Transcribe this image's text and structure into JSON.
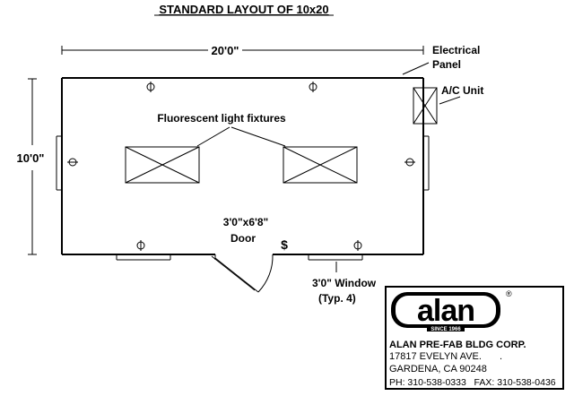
{
  "title": "STANDARD LAYOUT OF 10x20",
  "dimensions": {
    "width_label": "20'0\"",
    "height_label": "10'0\""
  },
  "labels": {
    "electrical_panel_line1": "Electrical",
    "electrical_panel_line2": "Panel",
    "ac_unit": "A/C Unit",
    "fluorescent": "Fluorescent light fixtures",
    "door_size": "3'0\"x6'8\"",
    "door": "Door",
    "switch_symbol": "$",
    "window_size": "3'0\" Window",
    "window_note": "(Typ. 4)"
  },
  "company": {
    "logo_text": "alan",
    "logo_since": "SINCE 1966",
    "registered": "®",
    "name": "ALAN PRE-FAB BLDG CORP.",
    "address1": "17817 EVELYN AVE.",
    "address1_dot": ".",
    "address2": "GARDENA, CA 90248",
    "contact": "PH: 310-538-0333   FAX: 310-538-0436"
  },
  "colors": {
    "line": "#000000",
    "background": "#ffffff"
  }
}
